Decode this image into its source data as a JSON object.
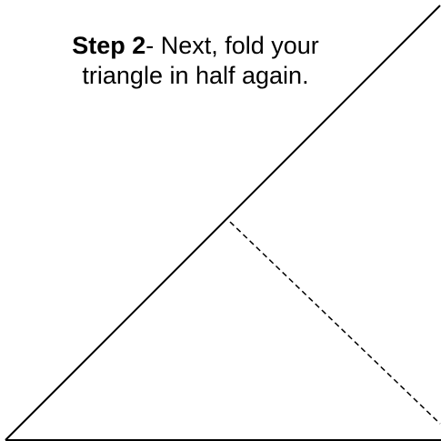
{
  "instruction": {
    "step_label": "Step 2",
    "line1_rest": "- Next, fold your",
    "line2": "triangle in half again."
  },
  "colors": {
    "stroke": "#000000",
    "background": "#ffffff"
  }
}
